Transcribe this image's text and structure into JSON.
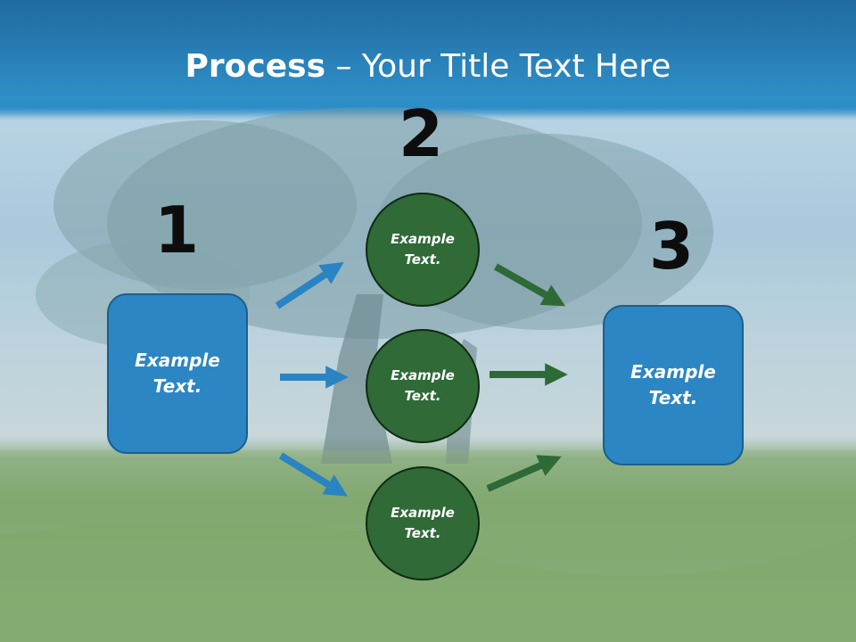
{
  "title": {
    "bold": "Process",
    "rest": " – Your Title Text Here"
  },
  "steps": {
    "one": "1",
    "two": "2",
    "three": "3"
  },
  "left_box": {
    "text": "Example\nText."
  },
  "right_box": {
    "text": "Example\nText."
  },
  "circles": [
    {
      "text": "Example\nText."
    },
    {
      "text": "Example\nText."
    },
    {
      "text": "Example\nText."
    }
  ],
  "colors": {
    "blue_box": "#2b86c3",
    "green_circle": "#2f6a37",
    "blue_arrow": "#2a84c2",
    "green_arrow": "#2e6a37"
  }
}
